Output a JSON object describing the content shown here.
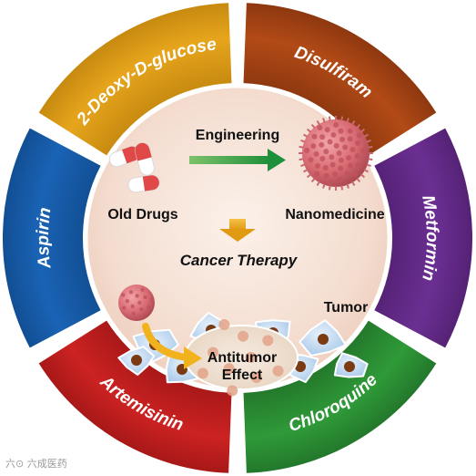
{
  "segments": [
    {
      "label": "2-Deoxy-D-glucose",
      "color": "#e6a51c",
      "dark": "#c78a10"
    },
    {
      "label": "Disulfiram",
      "color": "#b24a16",
      "dark": "#8e3810"
    },
    {
      "label": "Metformin",
      "color": "#6b2f92",
      "dark": "#552276"
    },
    {
      "label": "Chloroquine",
      "color": "#2f9a38",
      "dark": "#23782b"
    },
    {
      "label": "Artemisinin",
      "color": "#cc2222",
      "dark": "#a81818"
    },
    {
      "label": "Aspirin",
      "color": "#1a63b5",
      "dark": "#124f94"
    }
  ],
  "center": {
    "engineering": "Engineering",
    "old_drugs": "Old Drugs",
    "nanomedicine": "Nanomedicine",
    "cancer_therapy": "Cancer Therapy",
    "tumor": "Tumor",
    "antitumor_line1": "Antitumor",
    "antitumor_line2": "Effect"
  },
  "watermark": "六⊙ 六成医药",
  "icons": [
    "capsules-icon",
    "arrow-right-icon",
    "nanoparticle-icon",
    "arrow-down-icon",
    "tumor-cells-icon",
    "curved-arrow-icon"
  ]
}
